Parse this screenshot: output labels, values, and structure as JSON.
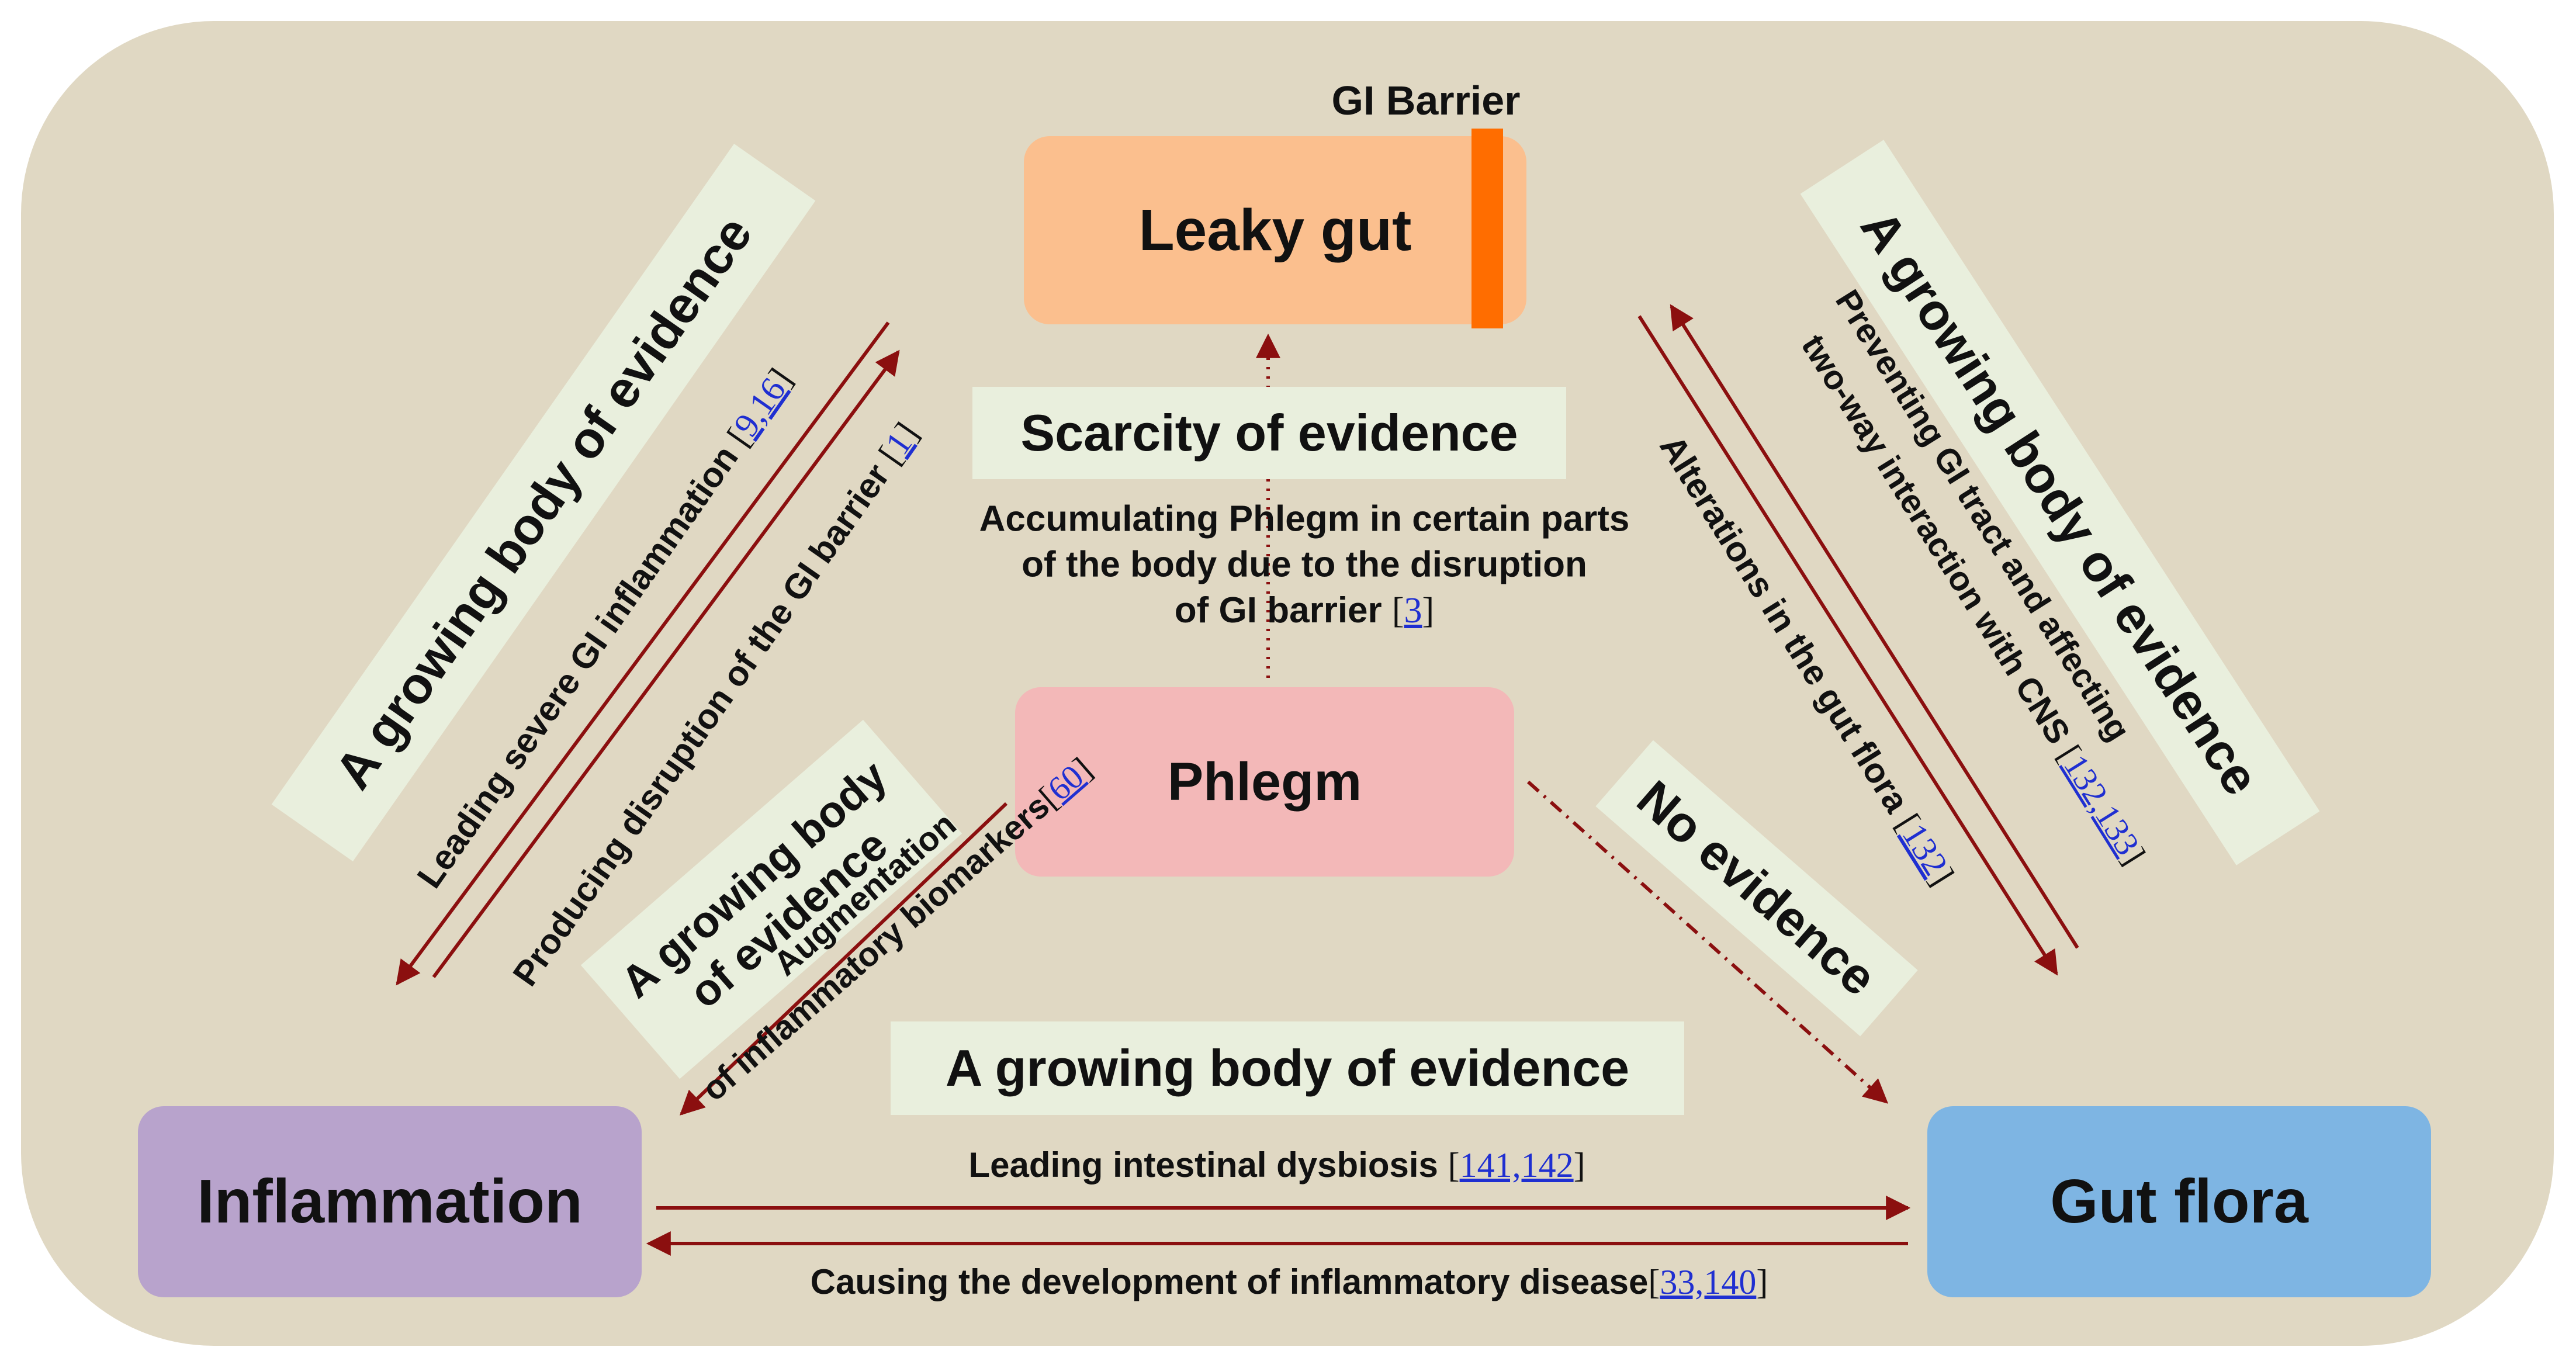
{
  "nodes": {
    "leaky_gut": "Leaky gut",
    "gi_barrier": "GI Barrier",
    "phlegm": "Phlegm",
    "inflammation": "Inflammation",
    "gut_flora": "Gut flora"
  },
  "evidence": {
    "top": "Scarcity of evidence",
    "left": "A growing body of evidence",
    "right": "A growing body of evidence",
    "phlegm_inflammation_line1": "A growing body",
    "phlegm_inflammation_line2": "of evidence",
    "phlegm_gutflora": "No evidence",
    "bottom": "A growing body of evidence"
  },
  "relations": {
    "phlegm_leaky_line1": "Accumulating Phlegm in certain parts",
    "phlegm_leaky_line2": "of the body due to the disruption",
    "phlegm_leaky_line3": "of GI barrier ",
    "phlegm_leaky_ref": "3",
    "left_outer": "Leading severe GI inflammation ",
    "left_outer_ref": "9,16",
    "left_inner": "Producing disruption of the GI barrier ",
    "left_inner_ref": "1",
    "phlegm_infl_line1": "Augmentation",
    "phlegm_infl_line2": "of inflammatory biomarkers",
    "phlegm_infl_ref": "60",
    "right_inner": "Alterations in the gut flora ",
    "right_inner_ref": "132",
    "right_outer_line1": "Preventing GI tract and affecting",
    "right_outer_line2": "two-way interaction with CNS ",
    "right_outer_ref": "132,133",
    "bottom_top": "Leading intestinal dysbiosis ",
    "bottom_top_ref": "141,142",
    "bottom_bottom": "Causing the development of inflammatory disease",
    "bottom_bottom_ref": "33,140"
  },
  "colors": {
    "background": "#e0d8c3",
    "leaky_gut": "#fbbf8e",
    "gi_barrier": "#ff6d00",
    "phlegm": "#f3b8b8",
    "inflammation": "#b8a3cc",
    "gut_flora": "#7eb5e3",
    "evidence_box": "#e9efdd",
    "arrow": "#8b0f0f",
    "link": "#1f2fd1"
  }
}
